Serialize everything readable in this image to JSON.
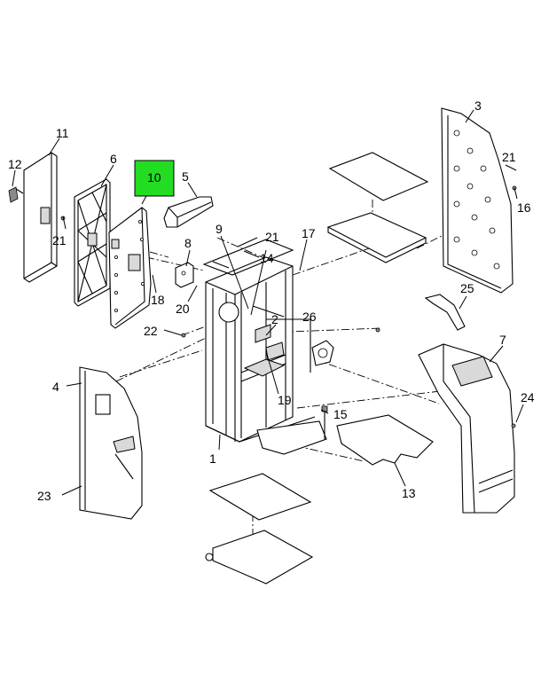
{
  "highlight": {
    "part": "10",
    "color": "#22dd22"
  },
  "callouts": {
    "c1": "1",
    "c2": "2",
    "c3": "3",
    "c4": "4",
    "c5": "5",
    "c6": "6",
    "c7": "7",
    "c8": "8",
    "c9": "9",
    "c10": "10",
    "c11": "11",
    "c12": "12",
    "c13": "13",
    "c14": "14",
    "c15": "15",
    "c16": "16",
    "c17": "17",
    "c19": "19",
    "c20": "20",
    "c18": "18",
    "c21a": "21",
    "c21b": "21",
    "c21c": "21",
    "c22": "22",
    "c23": "23",
    "c24": "24",
    "c25": "25",
    "c26": "26"
  }
}
